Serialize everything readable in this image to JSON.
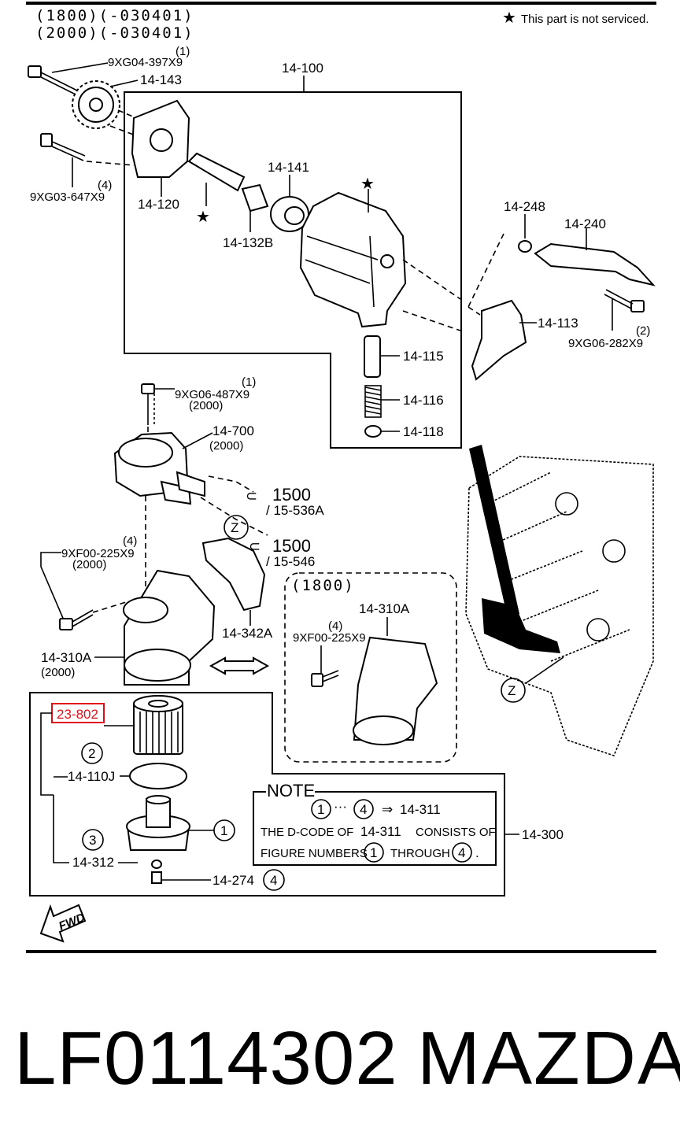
{
  "header": {
    "model_line_1": "(1800)(-030401)",
    "model_line_2": "(2000)(-030401)",
    "not_serviced_note": "This part is not serviced."
  },
  "parts": {
    "bolt_top": {
      "code": "9XG04-397X9",
      "qty": "(1)"
    },
    "p14_143": "14-143",
    "p14_100": "14-100",
    "bolt_left": {
      "code": "9XG03-647X9",
      "qty": "(4)"
    },
    "p14_120": "14-120",
    "p14_141": "14-141",
    "p14_132b": "14-132B",
    "p14_248": "14-248",
    "p14_240": "14-240",
    "p14_113": "14-113",
    "bolt_right": {
      "code": "9XG06-282X9",
      "qty": "(2)"
    },
    "p14_115": "14-115",
    "p14_116": "14-116",
    "p14_118": "14-118",
    "bolt_cooler": {
      "code": "9XG06-487X9",
      "qty": "(1)",
      "variant": "(2000)"
    },
    "p14_700": {
      "code": "14-700",
      "variant": "(2000)"
    },
    "ref_1500_a": {
      "num": "1500",
      "sub": "/ 15-536A"
    },
    "ref_1500_b": {
      "num": "1500",
      "sub": "/ 15-546"
    },
    "bolt_housing": {
      "code": "9XF00-225X9",
      "qty": "(4)",
      "variant": "(2000)"
    },
    "p14_342a": "14-342A",
    "p14_310a_2000": {
      "code": "14-310A",
      "variant": "(2000)"
    },
    "inset_1800": {
      "variant": "(1800)",
      "part": "14-310A",
      "bolt": "9XF00-225X9",
      "qty": "(4)"
    },
    "view_z": "Z",
    "highlight_23_802": "23-802",
    "p14_110j": "14-110J",
    "p14_312": "14-312",
    "p14_274": "14-274",
    "p14_300": "14-300",
    "circles": {
      "c1": "1",
      "c2": "2",
      "c3": "3",
      "c4": "4"
    },
    "fwd": "FWD"
  },
  "note": {
    "title": "NOTE",
    "range_from": "1",
    "range_to": "4",
    "arrow": "⇒",
    "target": "14-311",
    "line2_a": "THE D-CODE OF",
    "line2_b": "14-311",
    "line2_c": "CONSISTS OF",
    "line3_a": "FIGURE NUMBERS",
    "line3_b": "1",
    "line3_c": "THROUGH",
    "line3_d": "4",
    "line3_e": "."
  },
  "footer": {
    "part_number": "LF0114302",
    "brand": "MAZDA"
  },
  "colors": {
    "highlight": "#e0101a",
    "ink": "#000000"
  }
}
